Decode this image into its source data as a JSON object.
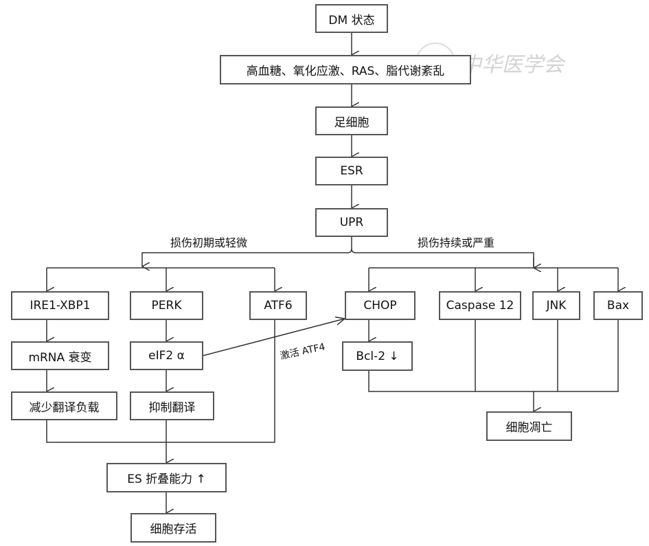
{
  "diagram": {
    "type": "flowchart",
    "watermark": {
      "seal_text": "医",
      "text": "中华医学会"
    },
    "nodes": {
      "dm": "DM 状态",
      "factors": "高血糖、氧化应激、RAS、脂代谢紊乱",
      "podocyte": "足细胞",
      "esr": "ESR",
      "upr": "UPR",
      "ire1": "IRE1-XBP1",
      "perk": "PERK",
      "atf6": "ATF6",
      "mrna": "mRNA 衰变",
      "eif2a": "eIF2 α",
      "reduce_load": "减少翻译负载",
      "inhibit_translation": "抑制翻译",
      "es_folding": "ES 折叠能力 ↑",
      "survival": "细胞存活",
      "chop": "CHOP",
      "caspase12": "Caspase 12",
      "jnk": "JNK",
      "bax": "Bax",
      "bcl2": "Bcl-2 ↓",
      "apoptosis": "细胞凋亡"
    },
    "labels": {
      "mild": "损伤初期或轻微",
      "severe": "损伤持续或严重",
      "activate_atf4": "激活 ATF4"
    },
    "edges": [
      [
        "dm",
        "factors"
      ],
      [
        "factors",
        "podocyte"
      ],
      [
        "podocyte",
        "esr"
      ],
      [
        "esr",
        "upr"
      ],
      [
        "upr",
        "ire1"
      ],
      [
        "upr",
        "perk"
      ],
      [
        "upr",
        "atf6"
      ],
      [
        "upr",
        "chop"
      ],
      [
        "upr",
        "caspase12"
      ],
      [
        "upr",
        "jnk"
      ],
      [
        "upr",
        "bax"
      ],
      [
        "ire1",
        "mrna"
      ],
      [
        "mrna",
        "reduce_load"
      ],
      [
        "perk",
        "eif2a"
      ],
      [
        "eif2a",
        "inhibit_translation"
      ],
      [
        "reduce_load",
        "es_folding"
      ],
      [
        "inhibit_translation",
        "es_folding"
      ],
      [
        "atf6",
        "es_folding"
      ],
      [
        "es_folding",
        "survival"
      ],
      [
        "eif2a",
        "chop"
      ],
      [
        "chop",
        "bcl2"
      ],
      [
        "bcl2",
        "apoptosis"
      ],
      [
        "caspase12",
        "apoptosis"
      ],
      [
        "jnk",
        "apoptosis"
      ],
      [
        "bax",
        "apoptosis"
      ]
    ]
  }
}
